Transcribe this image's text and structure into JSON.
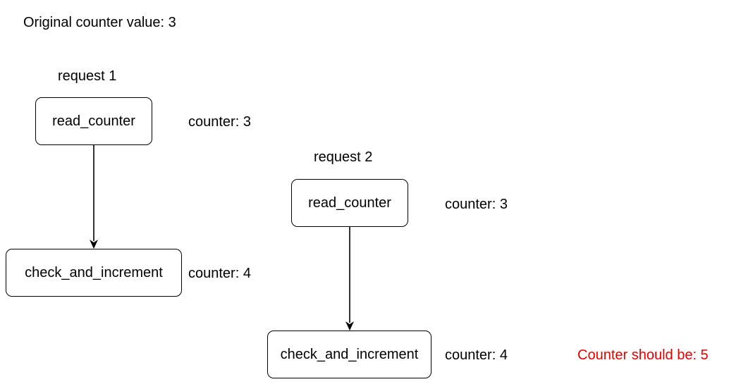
{
  "header": {
    "original_value_text": "Original counter value: 3"
  },
  "request1": {
    "title": "request 1",
    "read_box": "read_counter",
    "read_counter_text": "counter: 3",
    "increment_box": "check_and_increment",
    "increment_counter_text": "counter: 4"
  },
  "request2": {
    "title": "request 2",
    "read_box": "read_counter",
    "read_counter_text": "counter: 3",
    "increment_box": "check_and_increment",
    "increment_counter_text": "counter: 4"
  },
  "expected": {
    "text": "Counter should be: 5",
    "color": "#e60000"
  }
}
